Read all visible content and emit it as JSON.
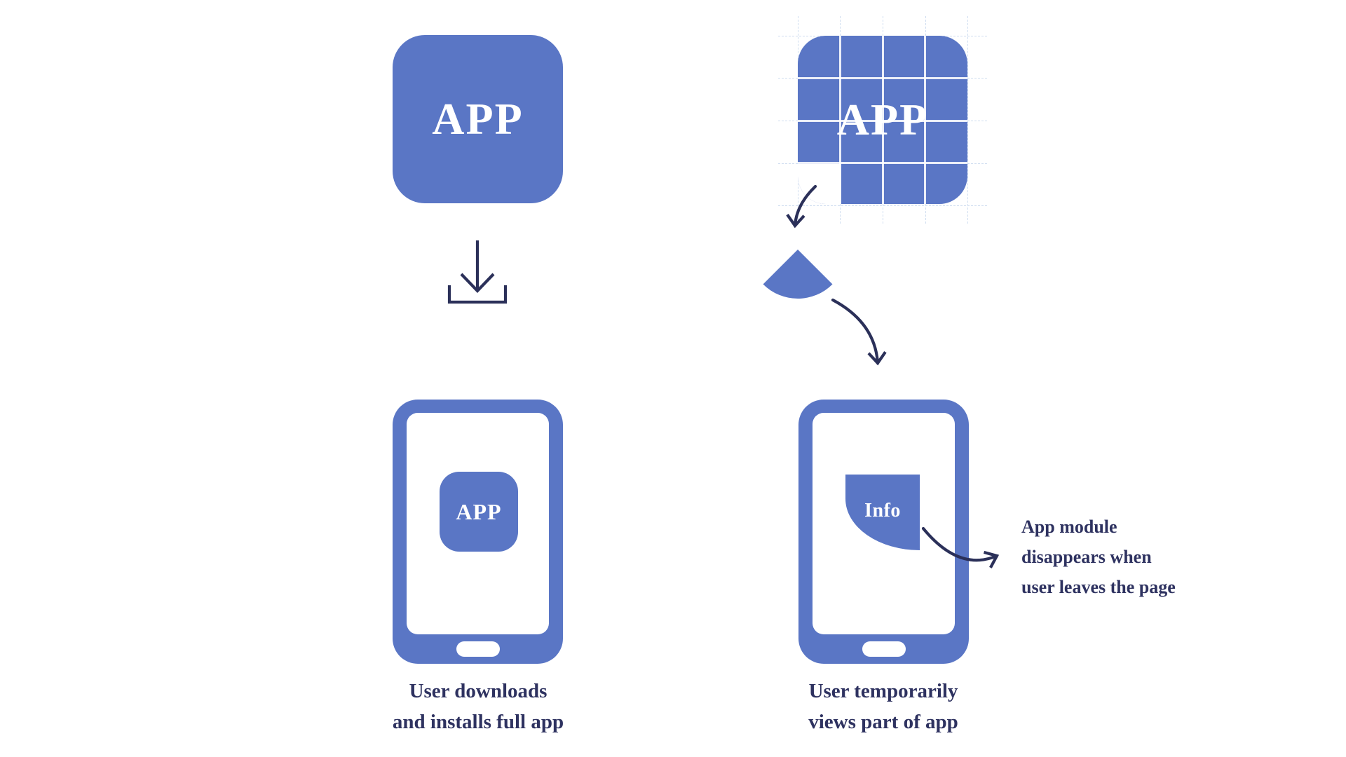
{
  "palette": {
    "app_blue": "#5a76c5",
    "ink_navy": "#2b3059",
    "grid_white": "rgba(255,255,255,0.88)",
    "graph_line": "#cfddf0"
  },
  "left_flow": {
    "app_box_label": "APP",
    "phone_app_label": "APP",
    "caption": {
      "line1": "User downloads",
      "line2": "and installs full app"
    }
  },
  "right_flow": {
    "app_box_label": "APP",
    "module_label": "Info",
    "caption": {
      "line1": "User temporarily",
      "line2": "views part of app"
    },
    "annotation": {
      "line1": "App module",
      "line2": "disappears when",
      "line3": "user leaves the page"
    }
  },
  "icons": {
    "download": "download-tray-arrow-icon",
    "module_piece": "pie-wedge-icon",
    "flow_arrows": "curved-arrow-icon"
  }
}
